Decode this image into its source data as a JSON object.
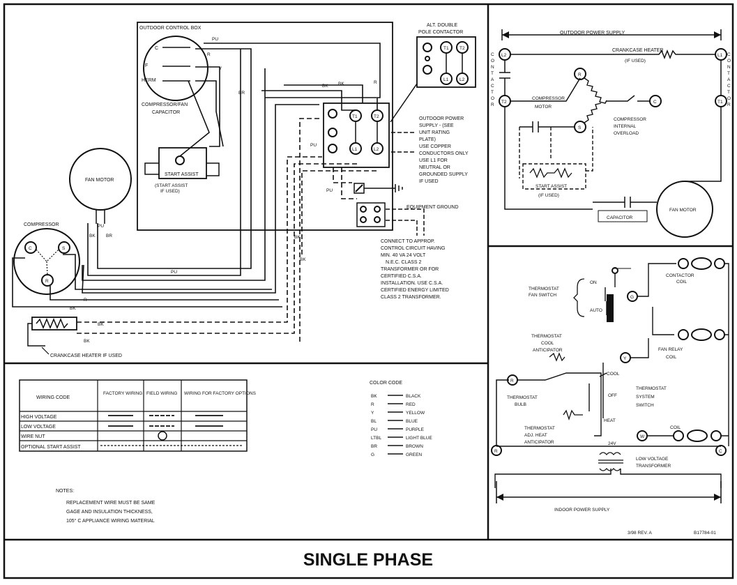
{
  "title": "SINGLE PHASE",
  "revision": "3/98 REV. A",
  "part_number": "B17784-01",
  "main_wiring": {
    "outdoor_control_box": "OUTDOOR CONTROL BOX",
    "alt_contactor_1": "ALT. DOUBLE",
    "alt_contactor_2": "POLE CONTACTOR",
    "capacitor_1": "COMPRESSOR/FAN",
    "capacitor_2": "CAPACITOR",
    "cap_c": "C",
    "cap_f": "F",
    "cap_herm": "HERM",
    "start_assist": "START ASSIST",
    "start_assist_note_1": "(START ASSIST",
    "start_assist_note_2": "IF USED)",
    "fan_motor": "FAN MOTOR",
    "compressor": "COMPRESSOR",
    "crankcase_heater": "CRANKCASE HEATER IF USED",
    "equipment_ground": "EQUIPMENT GROUND",
    "outdoor_supply_note": [
      "OUTDOOR POWER",
      "SUPPLY - (SEE",
      "UNIT RATING",
      "PLATE)",
      "USE COPPER",
      "CONDUCTORS ONLY",
      "USE L1 FOR",
      "NEUTRAL OR",
      "GROUNDED SUPPLY",
      "IF USED"
    ],
    "control_circuit_note": [
      "CONNECT TO APPROP.",
      "CONTROL CIRCUIT HAVING",
      "MIN. 40 VA  24 VOLT",
      "N.E.C. CLASS 2",
      "TRANSFORMER OR FOR",
      "CERTIFIED C.S.A.",
      "INSTALLATION.  USE C.S.A.",
      "CERTIFIED ENERGY LIMITED",
      "CLASS 2 TRANSFORMER."
    ],
    "terminals": {
      "t1": "T1",
      "t2": "T2",
      "l1": "L1",
      "l2": "L2",
      "c": "C",
      "s": "S",
      "r": "R"
    },
    "wire_labels": {
      "pu": "PU",
      "r": "R",
      "y": "Y",
      "bk": "BK",
      "br": "BR"
    }
  },
  "legend": {
    "headers": [
      "WIRING CODE",
      "FACTORY WIRING",
      "FIELD WIRING",
      "WIRING FOR FACTORY OPTIONS"
    ],
    "rows": [
      "HIGH VOLTAGE",
      "LOW VOLTAGE",
      "WIRE NUT",
      "OPTIONAL START ASSIST"
    ]
  },
  "color_code": {
    "title": "COLOR CODE",
    "items": [
      {
        "code": "BK",
        "name": "BLACK"
      },
      {
        "code": "R",
        "name": "RED"
      },
      {
        "code": "Y",
        "name": "YELLOW"
      },
      {
        "code": "BL",
        "name": "BLUE"
      },
      {
        "code": "PU",
        "name": "PURPLE"
      },
      {
        "code": "LTBL",
        "name": "LIGHT BLUE"
      },
      {
        "code": "BR",
        "name": "BROWN"
      },
      {
        "code": "G",
        "name": "GREEN"
      }
    ]
  },
  "notes": {
    "title": "NOTES:",
    "lines": [
      "REPLACEMENT WIRE MUST BE SAME",
      "GAGE AND INSULATION THICKNESS,",
      "105° C APPLIANCE WIRING MATERIAL"
    ]
  },
  "schematic_power": {
    "outdoor_supply": "OUTDOOR POWER SUPPLY",
    "crankcase_heater": "CRANKCASE HEATER",
    "if_used": "(IF USED)",
    "contactor_left": "CONTACTOR",
    "contactor_right": "CONTACTOR",
    "compressor_motor_1": "COMPRESSOR",
    "compressor_motor_2": "MOTOR",
    "internal_overload_1": "COMPRESSOR",
    "internal_overload_2": "INTERNAL",
    "internal_overload_3": "OVERLOAD",
    "start_assist": "START ASSIST",
    "start_assist_if": "(IF USED)",
    "capacitor": "CAPACITOR",
    "fan_motor": "FAN MOTOR",
    "terminals": {
      "l2": "L2",
      "l1": "L1",
      "t2": "T2",
      "t1": "T1",
      "r": "R",
      "s": "S",
      "c": "C"
    }
  },
  "schematic_control": {
    "fan_switch_1": "THERMOSTAT",
    "fan_switch_2": "FAN SWITCH",
    "on": "ON",
    "auto": "AUTO",
    "cool_anticipator": [
      "THERMOSTAT",
      "COOL",
      "ANTICIPATOR"
    ],
    "bulb": [
      "THERMOSTAT",
      "BULB"
    ],
    "system_switch": [
      "THERMOSTAT",
      "SYSTEM",
      "SWITCH"
    ],
    "cool": "COOL",
    "off": "OFF",
    "heat": "HEAT",
    "heat_anticipator": [
      "THERMOSTAT",
      "ADJ. HEAT",
      "ANTICIPATOR"
    ],
    "contactor_coil_1": "CONTACTOR",
    "contactor_coil_2": "COIL",
    "fan_relay_1": "FAN RELAY",
    "fan_relay_2": "COIL",
    "coil": "COIL",
    "volts": "24V",
    "transformer_1": "LOW VOLTAGE",
    "transformer_2": "TRANSFORMER",
    "indoor_supply": "INDOOR POWER SUPPLY",
    "terminals": {
      "g": "G",
      "y": "Y",
      "w": "W",
      "r": "R",
      "c": "C"
    }
  }
}
